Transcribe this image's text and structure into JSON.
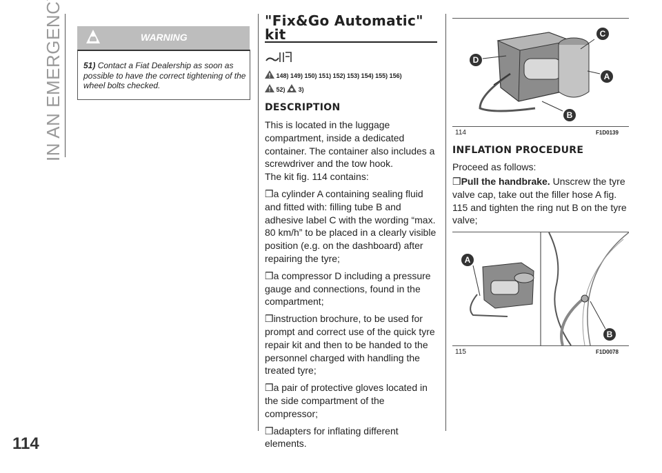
{
  "section": "IN AN EMERGENCY",
  "page_number": "114",
  "warning": {
    "heading": "WARNING",
    "ref": "51)",
    "text": "Contact a Fiat Dealership as soon as possible to have the correct tightening of the wheel bolts checked."
  },
  "article": {
    "title": "\"Fix&Go Automatic\" kit",
    "refs_line1": "148) 149) 150) 151) 152) 153) 154) 155) 156)",
    "refs_line2_a": "52)",
    "refs_line2_b": "3)",
    "description_heading": "DESCRIPTION",
    "description_intro": "This is located in the luggage compartment, inside a dedicated container. The container also includes a screwdriver and the tow hook.",
    "kit_contains": "The kit fig. 114 contains:",
    "items": [
      "a cylinder A containing sealing fluid and fitted with: filling tube B and adhesive label C with the wording “max. 80 km/h” to be placed in a clearly visible position (e.g. on the dashboard) after repairing the tyre;",
      "a compressor D including a pressure gauge and connections, found in the compartment;",
      "instruction brochure, to be used for prompt and correct use of the quick tyre repair kit and then to be handed to the personnel charged with handling the treated tyre;",
      "a pair of protective gloves located in the side compartment of the compressor;",
      "adapters for inflating different elements."
    ]
  },
  "figure1": {
    "number": "114",
    "code": "F1D0139",
    "labels": [
      "C",
      "D",
      "A",
      "B"
    ]
  },
  "inflation": {
    "heading": "INFLATION PROCEDURE",
    "intro": "Proceed as follows:",
    "step_bold": "Pull the handbrake.",
    "step_text": " Unscrew the tyre valve cap, take out the filler hose A fig. 115 and tighten the ring nut B on the tyre valve;"
  },
  "figure2": {
    "number": "115",
    "code": "F1D0078",
    "labels": [
      "A",
      "B"
    ]
  },
  "bullet": "❒"
}
